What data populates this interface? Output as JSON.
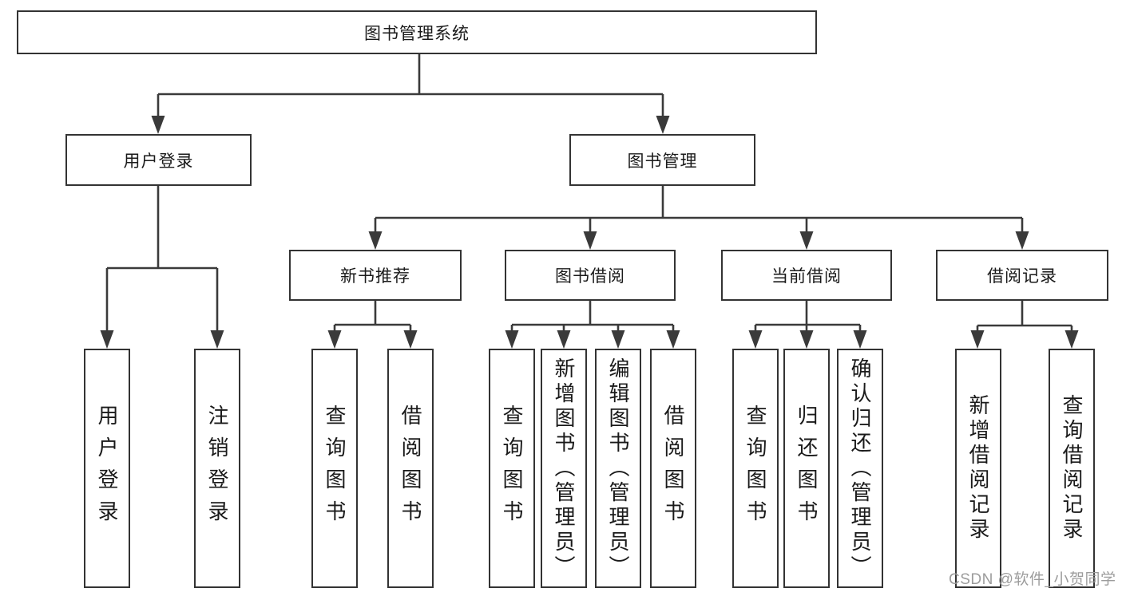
{
  "diagram": {
    "root": {
      "label": "图书管理系统"
    },
    "branches": [
      {
        "label": "用户登录",
        "leaves": [
          {
            "label": "用户登录"
          },
          {
            "label": "注销登录"
          }
        ]
      },
      {
        "label": "图书管理",
        "groups": [
          {
            "label": "新书推荐",
            "leaves": [
              {
                "label": "查询图书"
              },
              {
                "label": "借阅图书"
              }
            ]
          },
          {
            "label": "图书借阅",
            "leaves": [
              {
                "label": "查询图书"
              },
              {
                "label": "新增图书（管理员）"
              },
              {
                "label": "编辑图书（管理员）"
              },
              {
                "label": "借阅图书"
              }
            ]
          },
          {
            "label": "当前借阅",
            "leaves": [
              {
                "label": "查询图书"
              },
              {
                "label": "归还图书"
              },
              {
                "label": "确认归还（管理员）"
              }
            ]
          },
          {
            "label": "借阅记录",
            "leaves": [
              {
                "label": "新增借阅记录"
              },
              {
                "label": "查询借阅记录"
              }
            ]
          }
        ]
      }
    ]
  },
  "watermark": {
    "text": "CSDN @软件_小贺同学"
  },
  "colors": {
    "line": "#3a3a3a",
    "box_border": "#333333",
    "box_fill": "#ffffff",
    "text": "#1a1a1a",
    "watermark_text": "#9c9c9c",
    "background": "#ffffff"
  }
}
